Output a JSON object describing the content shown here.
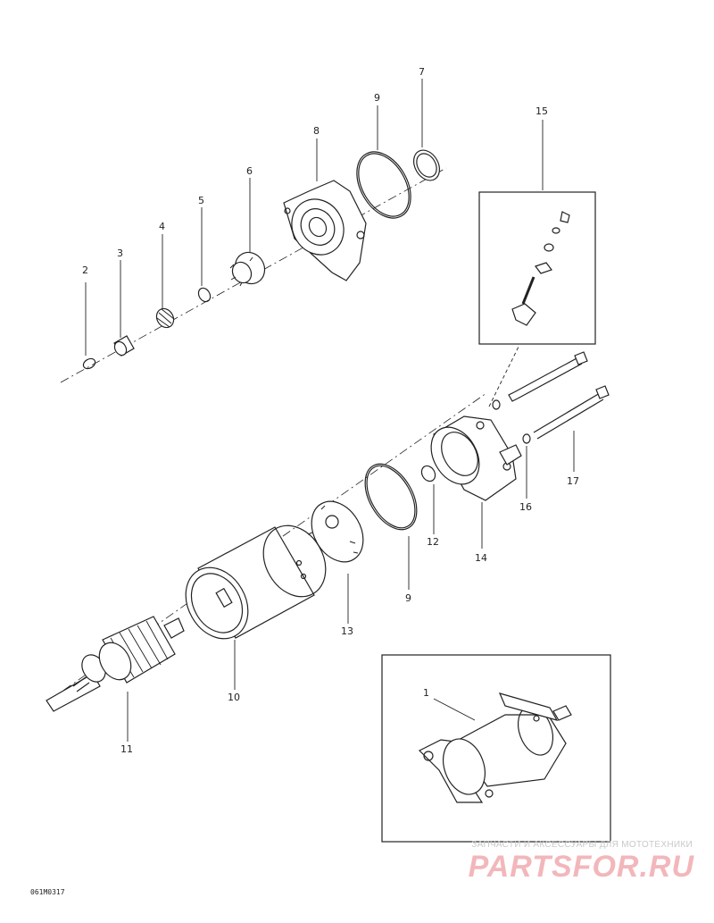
{
  "callouts": {
    "c1": "1",
    "c2": "2",
    "c3": "3",
    "c4": "4",
    "c5": "5",
    "c6": "6",
    "c7": "7",
    "c8": "8",
    "c9a": "9",
    "c9b": "9",
    "c10": "10",
    "c11": "11",
    "c12": "12",
    "c13": "13",
    "c14": "14",
    "c15": "15",
    "c16": "16",
    "c17": "17"
  },
  "reference_code": "061M0317",
  "watermark": {
    "tagline": "ЗАПЧАСТИ И АКСЕССУАРЫ ДЛЯ МОТОТЕХНИКИ",
    "logo": "PARTSFOR.RU"
  },
  "colors": {
    "line": "#222222",
    "watermark_logo": "#f2b7bb",
    "watermark_text": "#c9c9c9"
  }
}
